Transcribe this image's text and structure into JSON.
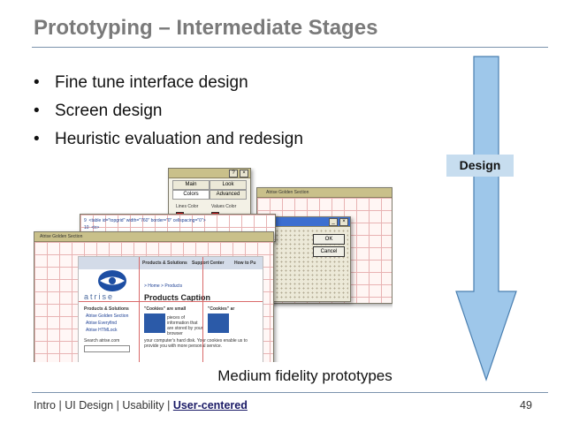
{
  "slide": {
    "title": "Prototyping – Intermediate Stages",
    "bullets": [
      "Fine tune interface design",
      "Screen design",
      "Heuristic evaluation and redesign"
    ],
    "bullet_glyph": "•",
    "arrow_label": "Design",
    "caption": "Medium fidelity prototypes",
    "page_number": "49"
  },
  "footer": {
    "items": [
      "Intro",
      "UI Design",
      "Usability",
      "User-centered"
    ],
    "separator": "|",
    "active": "User-centered"
  },
  "collage": {
    "properties_window": {
      "tabs_row1": [
        "Main",
        "Look"
      ],
      "tabs_row2": [
        "Colors",
        "Advanced"
      ],
      "lines_color_label": "Lines Color",
      "values_color_label": "Values Color"
    },
    "golden_section_title": "Atrise Golden Section",
    "dialog": {
      "ok_label": "OK",
      "cancel_label": "Cancel"
    },
    "website": {
      "nav_items": [
        "Products & Solutions",
        "Support Center",
        "How to Pu"
      ],
      "brand": "atrise",
      "breadcrumb": "> Home > Products",
      "heading": "Products Caption",
      "side_heading": "Products & Solutions",
      "side_links": [
        "Atrise Golden Section",
        "Atrise Everyfind",
        "Atrise HTMLock"
      ],
      "search_label": "Search atrise.com",
      "cookies_headline_1": "\"Cookies\" are small",
      "cookies_headline_2": "\"Cookies\" ar",
      "cookies_body": "pieces of information that are stored by your browser",
      "cookies_footer": "your computer's hard disk. Your cookies enable us to provide you with more personal service."
    },
    "colors": {
      "accent_arrow": "#9ec7ea",
      "title_gray": "#7a7a7a",
      "rule_blue": "#7b93ad"
    }
  }
}
